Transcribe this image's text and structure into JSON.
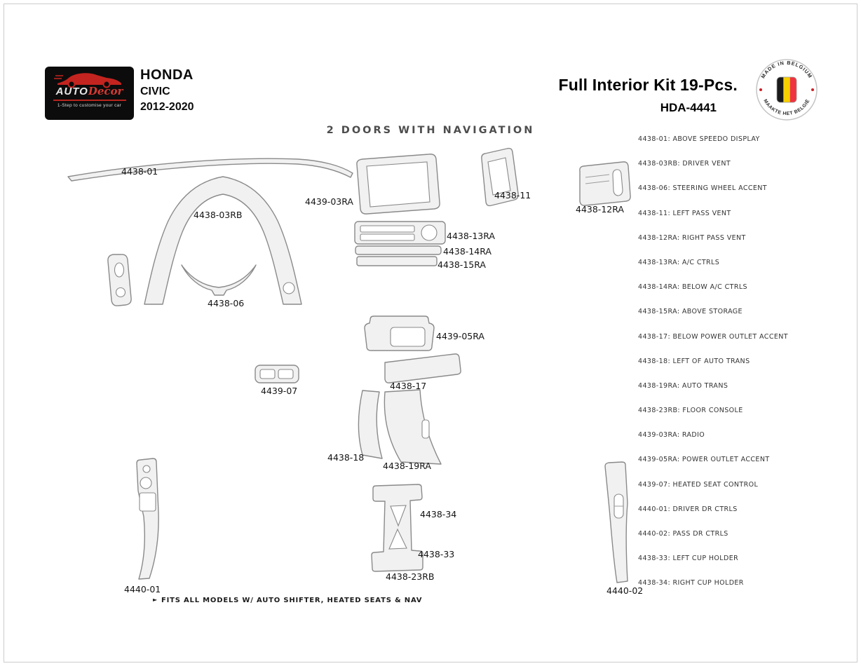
{
  "header": {
    "logo": {
      "brand_top": "AUTO",
      "brand_script": "Decor",
      "tagline": "1-Step to customise your car",
      "brand_red": "#c4241f"
    },
    "vehicle": {
      "make": "HONDA",
      "model": "CIVIC",
      "years": "2012-2020"
    },
    "product": {
      "title": "Full Interior Kit 19-Pcs.",
      "sku": "HDA-4441"
    },
    "badge": {
      "arc_top": "MADE IN BELGIUM",
      "arc_bottom": "MAAKTE HET BELGIË",
      "flag_colors": [
        "#1a1a1a",
        "#f6d000",
        "#ef3340"
      ]
    }
  },
  "diagram": {
    "title": "2 DOORS WITH NAVIGATION",
    "footnote_bullet": "►",
    "footnote": "FITS ALL MODELS W/ AUTO SHIFTER, HEATED SEATS & NAV",
    "labels": [
      "4438-01",
      "4439-03RA",
      "4438-11",
      "4438-12RA",
      "4438-03RB",
      "4438-13RA",
      "4438-14RA",
      "4438-15RA",
      "4438-06",
      "4439-05RA",
      "4439-07",
      "4438-17",
      "4438-18",
      "4438-19RA",
      "4438-34",
      "4438-33",
      "4438-23RB",
      "4440-01",
      "4440-02"
    ]
  },
  "parts_list": [
    "4438-01: ABOVE SPEEDO DISPLAY",
    "4438-03RB: DRIVER VENT",
    "4438-06: STEERING WHEEL ACCENT",
    "4438-11: LEFT PASS VENT",
    "4438-12RA: RIGHT PASS VENT",
    "4438-13RA: A/C CTRLS",
    "4438-14RA: BELOW A/C CTRLS",
    "4438-15RA: ABOVE STORAGE",
    "4438-17: BELOW POWER OUTLET ACCENT",
    "4438-18: LEFT OF AUTO TRANS",
    "4438-19RA: AUTO TRANS",
    "4438-23RB: FLOOR CONSOLE",
    "4439-03RA: RADIO",
    "4439-05RA: POWER OUTLET ACCENT",
    "4439-07: HEATED SEAT CONTROL",
    "4440-01: DRIVER DR CTRLS",
    "4440-02: PASS DR CTRLS",
    "4438-33: LEFT CUP HOLDER",
    "4438-34: RIGHT CUP HOLDER"
  ]
}
